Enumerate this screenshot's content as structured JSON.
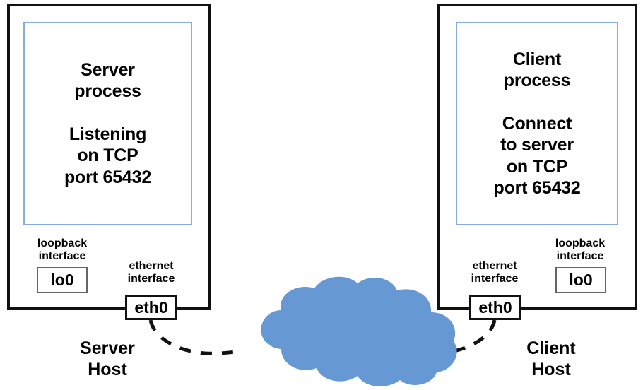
{
  "diagram": {
    "title": "Client-server TCP socket connection over a network",
    "colors": {
      "host_border": "#111111",
      "process_border": "#86ade0",
      "cloud_fill": "#6699d4",
      "link_dash": "#111111",
      "loopback_border": "#666666"
    },
    "server": {
      "host_caption": "Server\nHost",
      "host_caption_line1": "Server",
      "host_caption_line2": "Host",
      "process": {
        "title_line1": "Server",
        "title_line2": "process",
        "detail_line1": "Listening",
        "detail_line2": "on TCP",
        "detail_line3": "port 65432"
      },
      "loopback": {
        "label_line1": "loopback",
        "label_line2": "interface",
        "name": "lo0"
      },
      "ethernet": {
        "label_line1": "ethernet",
        "label_line2": "interface",
        "name": "eth0"
      }
    },
    "client": {
      "host_caption": "Client\nHost",
      "host_caption_line1": "Client",
      "host_caption_line2": "Host",
      "process": {
        "title_line1": "Client",
        "title_line2": "process",
        "detail_line1": "Connect",
        "detail_line2": "to server",
        "detail_line3": "on TCP",
        "detail_line4": "port 65432"
      },
      "loopback": {
        "label_line1": "loopback",
        "label_line2": "interface",
        "name": "lo0"
      },
      "ethernet": {
        "label_line1": "ethernet",
        "label_line2": "interface",
        "name": "eth0"
      }
    },
    "network": {
      "cloud_name": "network-cloud",
      "cloud_label": "",
      "left_link_name": "server-to-network-link",
      "right_link_name": "client-to-network-link",
      "link_style": "dashed"
    }
  }
}
